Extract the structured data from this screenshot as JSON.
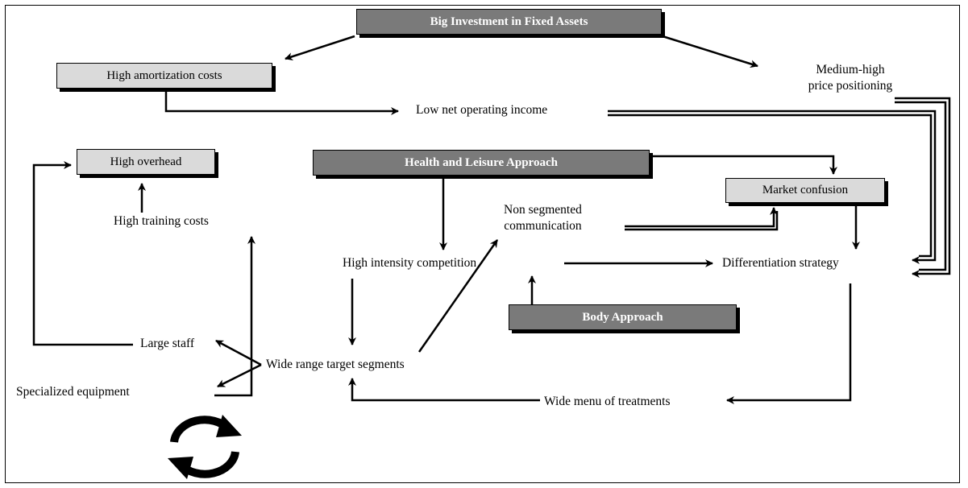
{
  "boxes": {
    "big_investment": "Big Investment in Fixed Assets",
    "high_amortization": "High amortization costs",
    "high_overhead": "High overhead",
    "health_leisure": "Health and Leisure  Approach",
    "market_confusion": "Market confusion",
    "body_approach": "Body  Approach"
  },
  "labels": {
    "medium_high_price_1": "Medium-high",
    "medium_high_price_2": "price positioning",
    "low_net_income": "Low net operating income",
    "high_training_costs": "High training costs",
    "non_segmented_1": "Non segmented",
    "non_segmented_2": "communication",
    "high_intensity_competition": "High intensity competition",
    "differentiation_strategy": "Differentiation strategy",
    "large_staff": "Large staff",
    "wide_range_segments": "Wide range target segments",
    "specialized_equipment": "Specialized equipment",
    "wide_menu_treatments": "Wide menu of treatments"
  },
  "colors": {
    "dark_box": "#7a7a7a",
    "light_box": "#dadada",
    "shadow": "#000000"
  },
  "icons": {
    "cycle": "circular-arrows-icon"
  }
}
